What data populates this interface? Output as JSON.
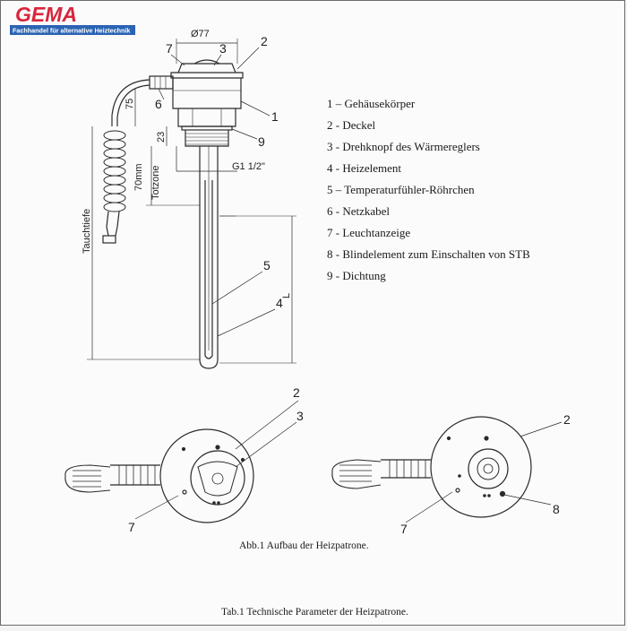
{
  "brand": {
    "logo_text": "GEMA",
    "tagline": "Fachhandel für alternative Heiztechnik",
    "logo_color": "#d7263d",
    "tagline_bg": "#2a63b3"
  },
  "dimensions": {
    "diameter": "Ø77",
    "cable_length": "75",
    "thread_length": "23",
    "thread": "G1 1/2\"",
    "dead_zone_length": "70mm",
    "dead_zone_label": "Totzone",
    "immersion_depth": "Tauchtiefe",
    "length": "L"
  },
  "callouts": {
    "front": [
      "7",
      "3",
      "2",
      "6",
      "1",
      "9",
      "5",
      "4"
    ],
    "bottom_left": [
      "2",
      "3",
      "7"
    ],
    "bottom_right": [
      "2",
      "8",
      "7"
    ]
  },
  "legend": [
    "1 – Gehäusekörper",
    "2 - Deckel",
    "3 - Drehknopf des Wärmereglers",
    "4 - Heizelement",
    "5 – Temperaturfühler-Röhrchen",
    "6 - Netzkabel",
    "7 - Leuchtanzeige",
    "8 - Blindelement zum Einschalten von STB",
    "9 - Dichtung"
  ],
  "captions": {
    "fig1": "Abb.1 Aufbau der Heizpatrone.",
    "tab1": "Tab.1 Technische Parameter der Heizpatrone."
  }
}
